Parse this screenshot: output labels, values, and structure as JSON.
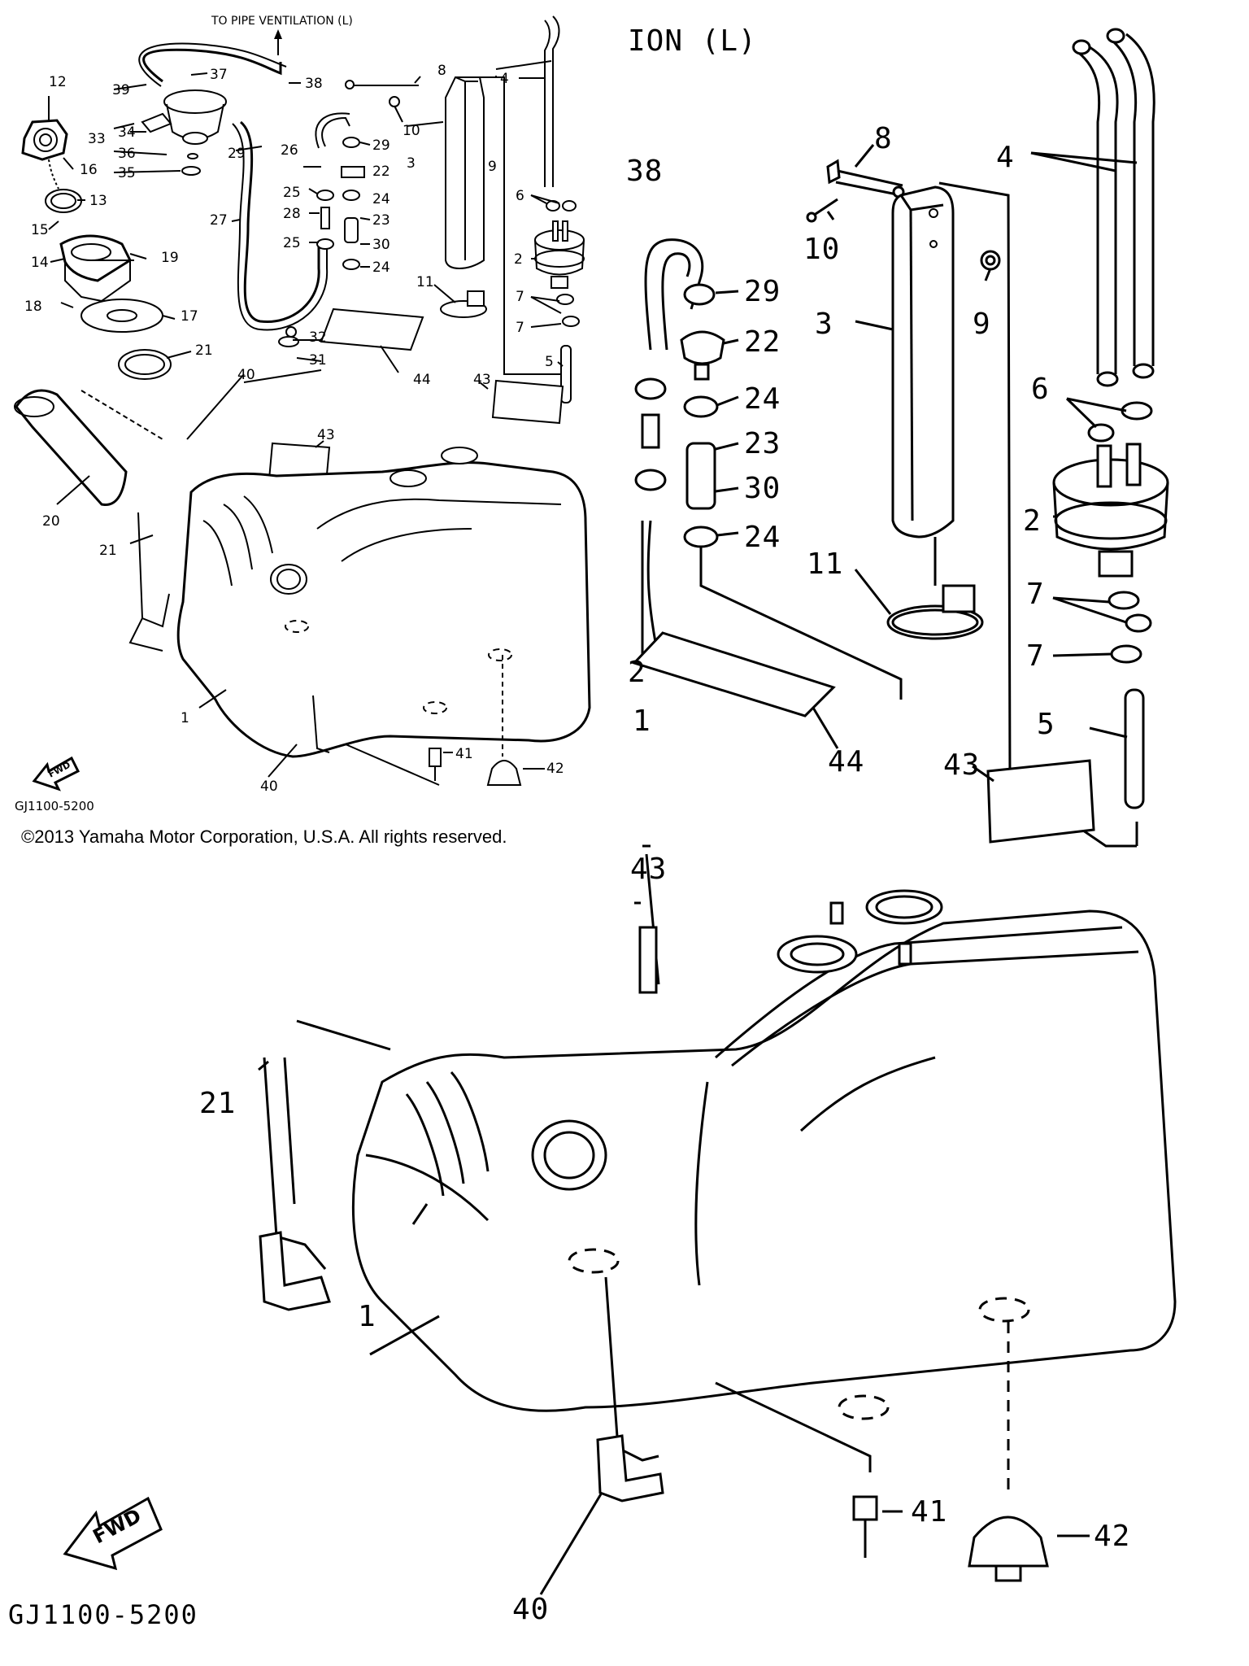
{
  "overview": {
    "top_note": "TO PIPE VENTILATION (L)",
    "code": "GJ1100-5200",
    "fwd": "FWD",
    "callouts": [
      {
        "n": "37"
      },
      {
        "n": "38"
      },
      {
        "n": "12"
      },
      {
        "n": "39"
      },
      {
        "n": "34"
      },
      {
        "n": "33"
      },
      {
        "n": "36"
      },
      {
        "n": "35"
      },
      {
        "n": "16"
      },
      {
        "n": "13"
      },
      {
        "n": "15"
      },
      {
        "n": "14"
      },
      {
        "n": "19"
      },
      {
        "n": "18"
      },
      {
        "n": "17"
      },
      {
        "n": "21"
      },
      {
        "n": "20"
      },
      {
        "n": "21"
      },
      {
        "n": "29"
      },
      {
        "n": "26"
      },
      {
        "n": "29"
      },
      {
        "n": "22"
      },
      {
        "n": "25"
      },
      {
        "n": "24"
      },
      {
        "n": "28"
      },
      {
        "n": "23"
      },
      {
        "n": "27"
      },
      {
        "n": "25"
      },
      {
        "n": "30"
      },
      {
        "n": "24"
      },
      {
        "n": "32"
      },
      {
        "n": "31"
      },
      {
        "n": "8"
      },
      {
        "n": "10"
      },
      {
        "n": "9"
      },
      {
        "n": "3"
      },
      {
        "n": "4"
      },
      {
        "n": "6"
      },
      {
        "n": "2"
      },
      {
        "n": "7"
      },
      {
        "n": "7"
      },
      {
        "n": "11"
      },
      {
        "n": "5"
      },
      {
        "n": "44"
      },
      {
        "n": "43"
      },
      {
        "n": "43"
      },
      {
        "n": "40"
      },
      {
        "n": "40"
      },
      {
        "n": "1"
      },
      {
        "n": "41"
      },
      {
        "n": "42"
      }
    ]
  },
  "copyright": "©2013 Yamaha Motor Corporation, U.S.A. All rights reserved.",
  "zoom": {
    "top_note": "ION (L)",
    "code": "GJ1100-5200",
    "fwd": "FWD",
    "callouts": [
      {
        "n": "38"
      },
      {
        "n": "8"
      },
      {
        "n": "4"
      },
      {
        "n": "10"
      },
      {
        "n": "9"
      },
      {
        "n": "3"
      },
      {
        "n": "29"
      },
      {
        "n": "22"
      },
      {
        "n": "24"
      },
      {
        "n": "6"
      },
      {
        "n": "23"
      },
      {
        "n": "30"
      },
      {
        "n": "2"
      },
      {
        "n": "24"
      },
      {
        "n": "11"
      },
      {
        "n": "7"
      },
      {
        "n": "7"
      },
      {
        "n": "5"
      },
      {
        "n": "2"
      },
      {
        "n": "1"
      },
      {
        "n": "44"
      },
      {
        "n": "43"
      },
      {
        "n": "43"
      },
      {
        "n": "21"
      },
      {
        "n": "1"
      },
      {
        "n": "41"
      },
      {
        "n": "42"
      },
      {
        "n": "40"
      }
    ]
  }
}
